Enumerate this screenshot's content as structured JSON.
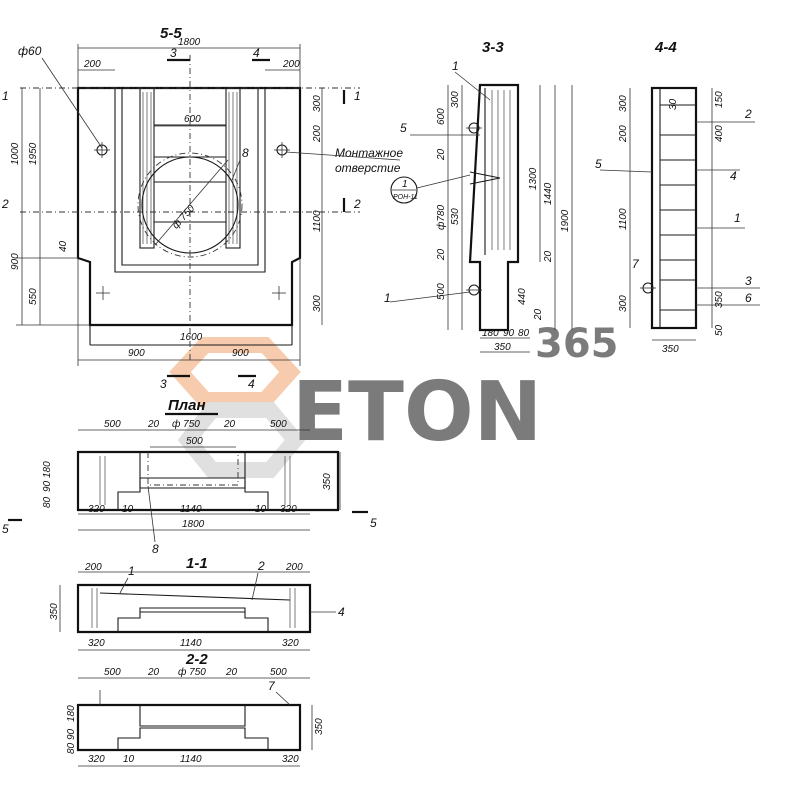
{
  "sections": {
    "s55": "5-5",
    "s33": "3-3",
    "s44": "4-4",
    "plan": "План",
    "s11": "1-1",
    "s22": "2-2"
  },
  "cut_marks": [
    "1",
    "2",
    "3",
    "4",
    "5"
  ],
  "callouts": {
    "phi60": "ф60",
    "mount_hole_1": "Монтажное",
    "mount_hole_2": "отверстие",
    "phi750": "ф 750",
    "phi780": "ф780",
    "ref_top": "1",
    "ref_bottom": "РОН-11"
  },
  "items": [
    "1",
    "2",
    "3",
    "4",
    "5",
    "6",
    "7",
    "8"
  ],
  "dims_55": {
    "overall_w": "1800",
    "left_200": "200",
    "right_200": "200",
    "inner_600": "600",
    "bottom_1600": "1600",
    "half_left": "900",
    "half_right": "900",
    "h_1950": "1950",
    "h_1000": "1000",
    "h_900": "900",
    "h_550": "550",
    "h_40": "40",
    "r_300a": "300",
    "r_200": "200",
    "r_1100": "1100",
    "r_300b": "300"
  },
  "dims_33": {
    "d300": "300",
    "d600": "600",
    "d20a": "20",
    "d530": "530",
    "d20b": "20",
    "d500": "500",
    "d1300": "1300",
    "d1440": "1440",
    "d1900": "1900",
    "d20c": "20",
    "d440": "440",
    "d20d": "20",
    "d80": "80",
    "d180": "180",
    "d90": "90",
    "d350": "350"
  },
  "dims_44": {
    "d300": "300",
    "d200": "200",
    "d150": "150",
    "d400": "400",
    "d1100": "1100",
    "d300b": "300",
    "d350a": "350",
    "d50": "50",
    "d350": "350",
    "d30": "30"
  },
  "dims_plan": {
    "d500a": "500",
    "d20a": "20",
    "d20b": "20",
    "d500b": "500",
    "d500c": "500",
    "d180": "180",
    "d90": "90",
    "d80": "80",
    "d350": "350",
    "d320a": "320",
    "d10a": "10",
    "d1140": "1140",
    "d10b": "10",
    "d320b": "320",
    "d1800": "1800"
  },
  "dims_11": {
    "d200a": "200",
    "d200b": "200",
    "d350": "350",
    "d320a": "320",
    "d1140": "1140",
    "d320b": "320"
  },
  "dims_22": {
    "d500a": "500",
    "d20a": "20",
    "d20b": "20",
    "d500b": "500",
    "d350": "350",
    "d180": "180",
    "d90": "90",
    "d80": "80",
    "d320a": "320",
    "d10": "10",
    "d1140": "1140",
    "d320b": "320"
  },
  "watermark": {
    "brand": "ETON",
    "digits": "365",
    "color": "#f39a5a"
  }
}
